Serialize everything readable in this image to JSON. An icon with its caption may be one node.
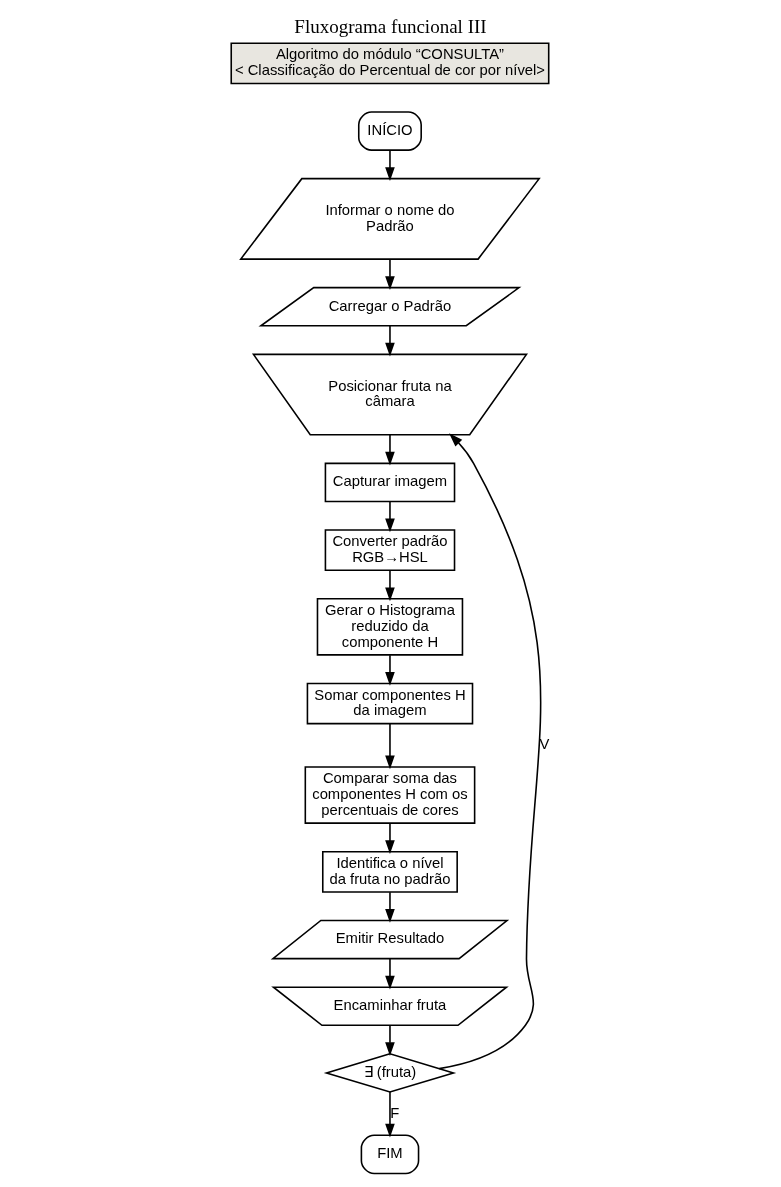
{
  "diagram": {
    "title": "Fluxograma funcional III",
    "nodes": [
      {
        "text": [
          "INÍCIO"
        ]
      },
      {
        "text": [
          "Informar o nome do Padrão"
        ]
      },
      {
        "text": [
          "Carregar o Padrão"
        ]
      },
      {
        "text": [
          "Posicionar fruta na câmara"
        ]
      },
      {
        "text": [
          "Capturar imagem"
        ]
      },
      {
        "text": [
          "Converter padrão RGB→HSL"
        ]
      },
      {
        "text": [
          "Gerar o Histograma reduzido da componente H"
        ]
      },
      {
        "text": [
          "Somar componentes H da imagem"
        ]
      },
      {
        "text": [
          "Comparar soma das componentes H com os percentuais de cores"
        ]
      },
      {
        "text": [
          "Identifica o nível da fruta no padrão"
        ]
      },
      {
        "text": [
          "Emitir Resultado"
        ]
      },
      {
        "text": [
          "Encaminhar fruta"
        ]
      },
      {
        "text": [
          "∃ (fruta)"
        ]
      },
      {
        "text": [
          "FIM"
        ]
      }
    ],
    "edges": [
      {
        "from": 0,
        "to": 1,
        "arrow": "to"
      },
      {
        "from": 1,
        "to": 2,
        "arrow": "to"
      },
      {
        "from": 2,
        "to": 3,
        "arrow": "to"
      },
      {
        "from": 3,
        "to": 4,
        "arrow": "to"
      },
      {
        "from": 4,
        "to": 5,
        "arrow": "to"
      },
      {
        "from": 5,
        "to": 6,
        "arrow": "to"
      },
      {
        "from": 6,
        "to": 7,
        "arrow": "to"
      },
      {
        "from": 7,
        "to": 8,
        "arrow": "to"
      },
      {
        "from": 8,
        "to": 9,
        "arrow": "to"
      },
      {
        "from": 9,
        "to": 10,
        "arrow": "to"
      },
      {
        "from": 10,
        "to": 11,
        "arrow": "to"
      },
      {
        "from": 11,
        "to": 12,
        "arrow": "to"
      },
      {
        "from": 12,
        "to": 3,
        "arrow": "to",
        "label": "V"
      },
      {
        "from": 12,
        "to": 13,
        "arrow": "to",
        "label": "F"
      }
    ],
    "labels": [
      "Algoritmo do módulo “CONSULTA”",
      "< Classificação do Percentual de cor por nível>"
    ]
  }
}
